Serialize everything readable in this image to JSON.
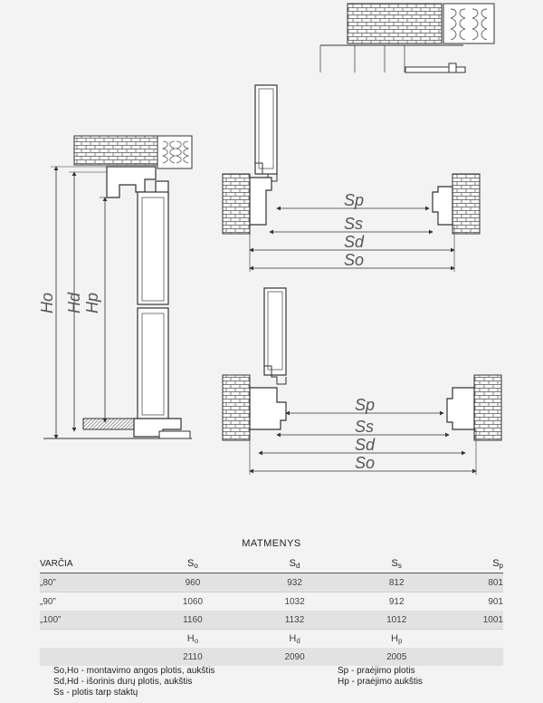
{
  "diagram": {
    "dimension_labels": {
      "ho": "Ho",
      "hd": "Hd",
      "hp": "Hp",
      "sp": "Sp",
      "ss": "Ss",
      "sd": "Sd",
      "so": "So"
    }
  },
  "table": {
    "title": "MATMENYS",
    "header": {
      "first": "VARČIA",
      "cols": [
        {
          "base": "S",
          "sub": "o"
        },
        {
          "base": "S",
          "sub": "d"
        },
        {
          "base": "S",
          "sub": "s"
        },
        {
          "base": "S",
          "sub": "p"
        }
      ]
    },
    "rows": [
      {
        "label": "„80”",
        "values": [
          "960",
          "932",
          "812",
          "801"
        ]
      },
      {
        "label": "„90”",
        "values": [
          "1060",
          "1032",
          "912",
          "901"
        ]
      },
      {
        "label": "„100”",
        "values": [
          "1160",
          "1132",
          "1012",
          "1001"
        ]
      }
    ],
    "height_header": [
      {
        "base": "H",
        "sub": "o"
      },
      {
        "base": "H",
        "sub": "d"
      },
      {
        "base": "H",
        "sub": "p"
      }
    ],
    "height_values": [
      "2110",
      "2090",
      "2005"
    ]
  },
  "legend": {
    "left": [
      {
        "sym": "So,Ho",
        "text": " - montavimo angos plotis, aukštis"
      },
      {
        "sym": "Sd,Hd",
        "text": " - išorinis durų plotis, aukštis"
      },
      {
        "sym": "Ss",
        "text": " - plotis tarp staktų"
      }
    ],
    "right": [
      {
        "sym": "Sp",
        "text": " - praėjimo plotis"
      },
      {
        "sym": "Hp",
        "text": " - praėjimo aukštis"
      }
    ]
  }
}
